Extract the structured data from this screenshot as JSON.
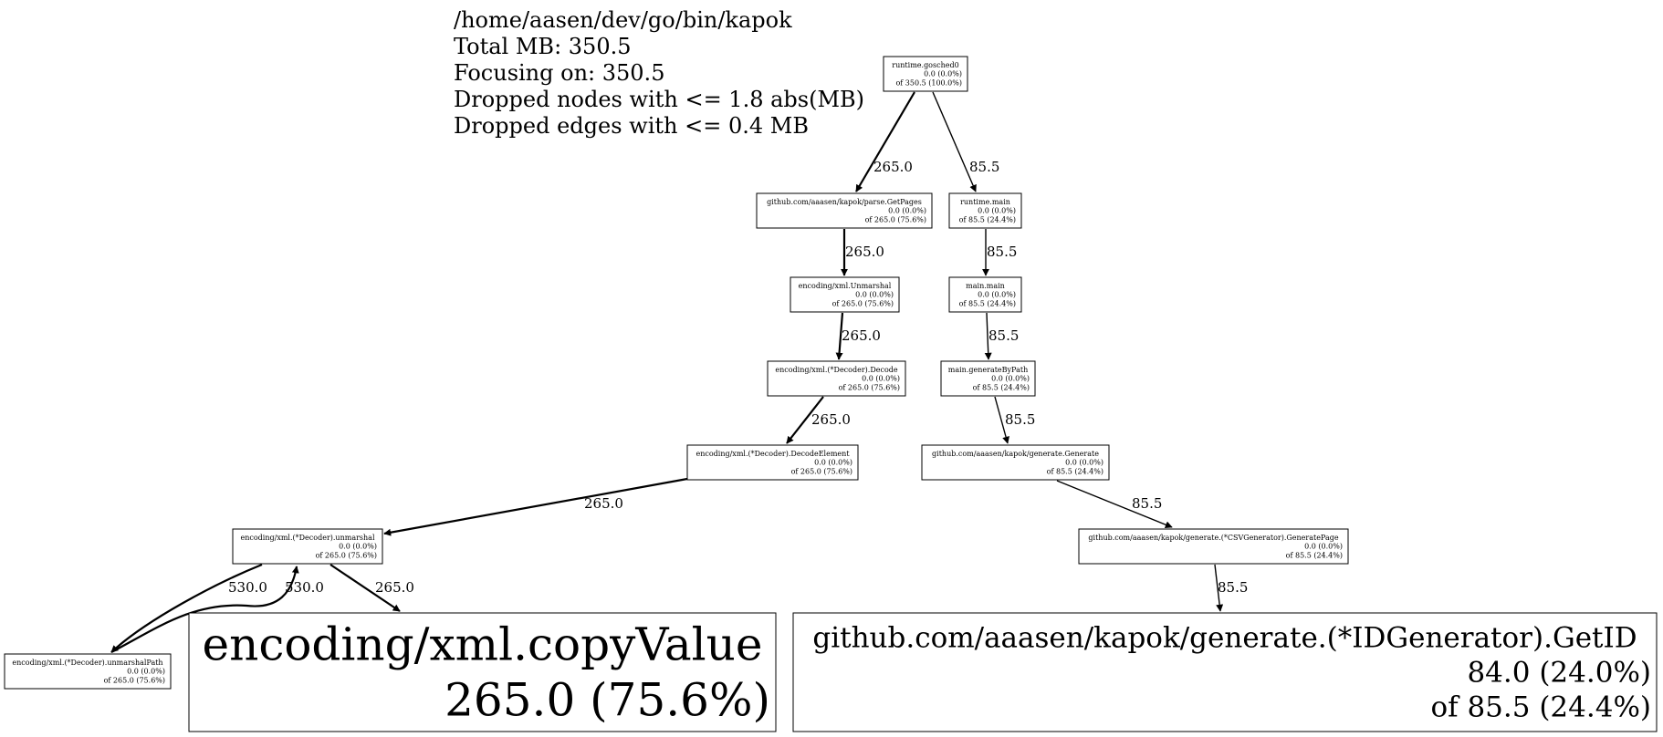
{
  "header": {
    "lines": [
      "/home/aasen/dev/go/bin/kapok",
      "Total MB: 350.5",
      "Focusing on: 350.5",
      "Dropped nodes with <= 1.8 abs(MB)",
      "Dropped edges with <= 0.4 MB"
    ]
  },
  "nodes": [
    {
      "id": "gosched",
      "name": "runtime.gosched0",
      "flat": "0.0 (0.0%)",
      "cum": "of 350.5 (100.0%)"
    },
    {
      "id": "getpages",
      "name": "github.com/aaasen/kapok/parse.GetPages",
      "flat": "0.0 (0.0%)",
      "cum": "of 265.0 (75.6%)"
    },
    {
      "id": "rtmain",
      "name": "runtime.main",
      "flat": "0.0 (0.0%)",
      "cum": "of 85.5 (24.4%)"
    },
    {
      "id": "unmarshal",
      "name": "encoding/xml.Unmarshal",
      "flat": "0.0 (0.0%)",
      "cum": "of 265.0 (75.6%)"
    },
    {
      "id": "mainmain",
      "name": "main.main",
      "flat": "0.0 (0.0%)",
      "cum": "of 85.5 (24.4%)"
    },
    {
      "id": "decode",
      "name": "encoding/xml.(*Decoder).Decode",
      "flat": "0.0 (0.0%)",
      "cum": "of 265.0 (75.6%)"
    },
    {
      "id": "genbypath",
      "name": "main.generateByPath",
      "flat": "0.0 (0.0%)",
      "cum": "of 85.5 (24.4%)"
    },
    {
      "id": "decodeel",
      "name": "encoding/xml.(*Decoder).DecodeElement",
      "flat": "0.0 (0.0%)",
      "cum": "of 265.0 (75.6%)"
    },
    {
      "id": "generate",
      "name": "github.com/aaasen/kapok/generate.Generate",
      "flat": "0.0 (0.0%)",
      "cum": "of 85.5 (24.4%)"
    },
    {
      "id": "dunmarshal",
      "name": "encoding/xml.(*Decoder).unmarshal",
      "flat": "0.0 (0.0%)",
      "cum": "of 265.0 (75.6%)"
    },
    {
      "id": "csvgen",
      "name": "github.com/aaasen/kapok/generate.(*CSVGenerator).GeneratePage",
      "flat": "0.0 (0.0%)",
      "cum": "of 85.5 (24.4%)"
    },
    {
      "id": "unmarshalpath",
      "name": "encoding/xml.(*Decoder).unmarshalPath",
      "flat": "0.0 (0.0%)",
      "cum": "of 265.0 (75.6%)"
    },
    {
      "id": "copyvalue",
      "name": "encoding/xml.copyValue",
      "flat": "265.0 (75.6%)",
      "cum": ""
    },
    {
      "id": "getid",
      "name": "github.com/aaasen/kapok/generate.(*IDGenerator).GetID",
      "flat": "84.0 (24.0%)",
      "cum": "of 85.5 (24.4%)"
    }
  ],
  "edges": [
    {
      "id": "e1",
      "from": "gosched",
      "to": "getpages",
      "label": "265.0"
    },
    {
      "id": "e2",
      "from": "gosched",
      "to": "rtmain",
      "label": "85.5"
    },
    {
      "id": "e3",
      "from": "getpages",
      "to": "unmarshal",
      "label": "265.0"
    },
    {
      "id": "e4",
      "from": "rtmain",
      "to": "mainmain",
      "label": "85.5"
    },
    {
      "id": "e5",
      "from": "unmarshal",
      "to": "decode",
      "label": "265.0"
    },
    {
      "id": "e6",
      "from": "mainmain",
      "to": "genbypath",
      "label": "85.5"
    },
    {
      "id": "e7",
      "from": "decode",
      "to": "decodeel",
      "label": "265.0"
    },
    {
      "id": "e8",
      "from": "genbypath",
      "to": "generate",
      "label": "85.5"
    },
    {
      "id": "e9",
      "from": "decodeel",
      "to": "dunmarshal",
      "label": "265.0"
    },
    {
      "id": "e10",
      "from": "generate",
      "to": "csvgen",
      "label": "85.5"
    },
    {
      "id": "e11",
      "from": "dunmarshal",
      "to": "unmarshalpath",
      "label": "530.0"
    },
    {
      "id": "e12",
      "from": "unmarshalpath",
      "to": "dunmarshal",
      "label": "530.0"
    },
    {
      "id": "e13",
      "from": "dunmarshal",
      "to": "copyvalue",
      "label": "265.0"
    },
    {
      "id": "e14",
      "from": "csvgen",
      "to": "getid",
      "label": "85.5"
    }
  ]
}
